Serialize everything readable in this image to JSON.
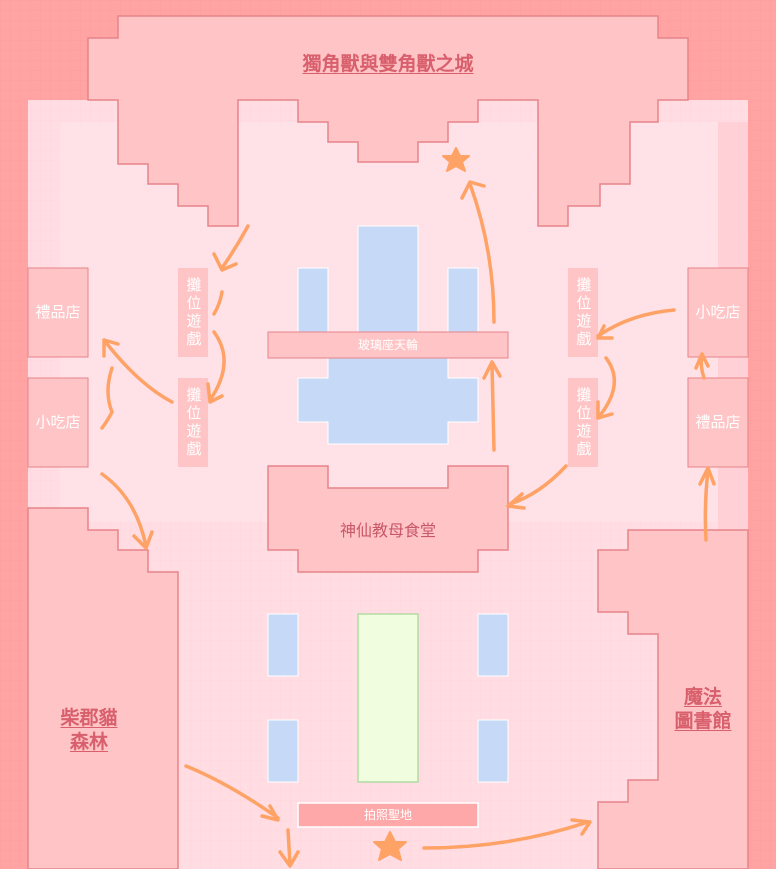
{
  "map": {
    "areas": {
      "castle": "獨角獸與雙角獸之城",
      "forest_line1": "柴郡貓",
      "forest_line2": "森林",
      "library_line1": "魔法",
      "library_line2": "圖書館",
      "dining_hall": "神仙教母食堂",
      "ferris_wheel": "玻璃座天輪",
      "photo_spot": "拍照聖地"
    },
    "shops": {
      "left_gift": "禮品店",
      "left_snack": "小吃店",
      "right_snack": "小吃店",
      "right_gift": "禮品店"
    },
    "booths": {
      "left_top": "攤位遊戲",
      "left_bottom": "攤位遊戲",
      "right_top": "攤位遊戲",
      "right_bottom": "攤位遊戲"
    }
  },
  "colors": {
    "background": "#ffa3a3",
    "walkway": "#ffdde3",
    "building": "#ffc4c6",
    "outline": "#e6848a",
    "water": "#c6daf7",
    "lawn": "#f0fddf",
    "route_arrow": "#ffa266",
    "label": "#d85f6c"
  },
  "icons": [
    "star-icon",
    "route-arrow-icon"
  ]
}
